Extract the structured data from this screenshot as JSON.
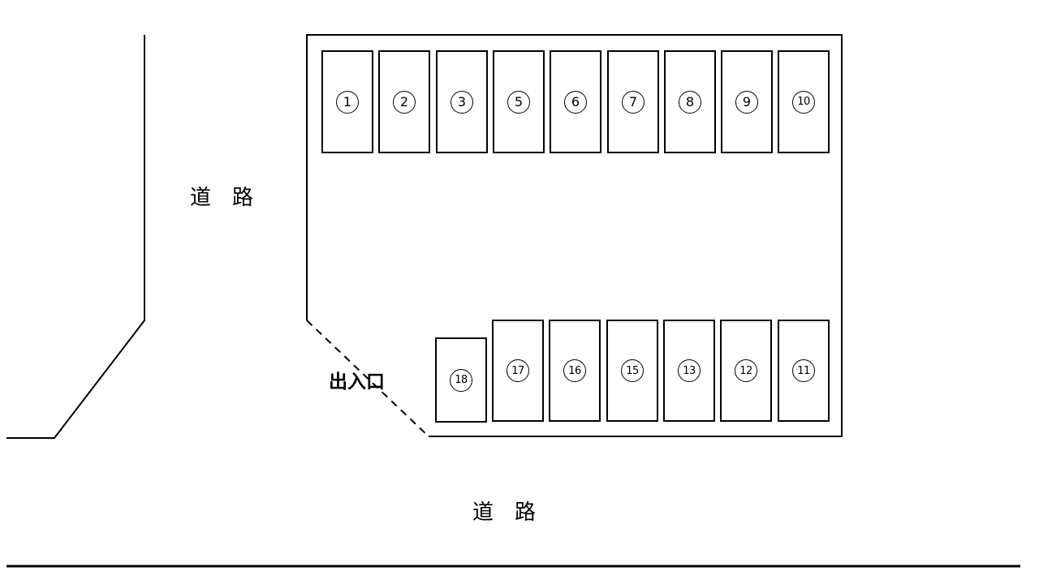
{
  "diagram": {
    "type": "parking-lot-layout",
    "colors": {
      "background": "#ffffff",
      "line": "#000000"
    },
    "labels": {
      "road_left": "道　路",
      "road_bottom": "道　路",
      "entrance_exit": "出入口"
    },
    "parking": {
      "top_row_numbers": [
        "1",
        "2",
        "3",
        "5",
        "6",
        "7",
        "8",
        "9",
        "10"
      ],
      "bottom_row_numbers": [
        "18",
        "17",
        "16",
        "15",
        "13",
        "12",
        "11"
      ]
    }
  }
}
